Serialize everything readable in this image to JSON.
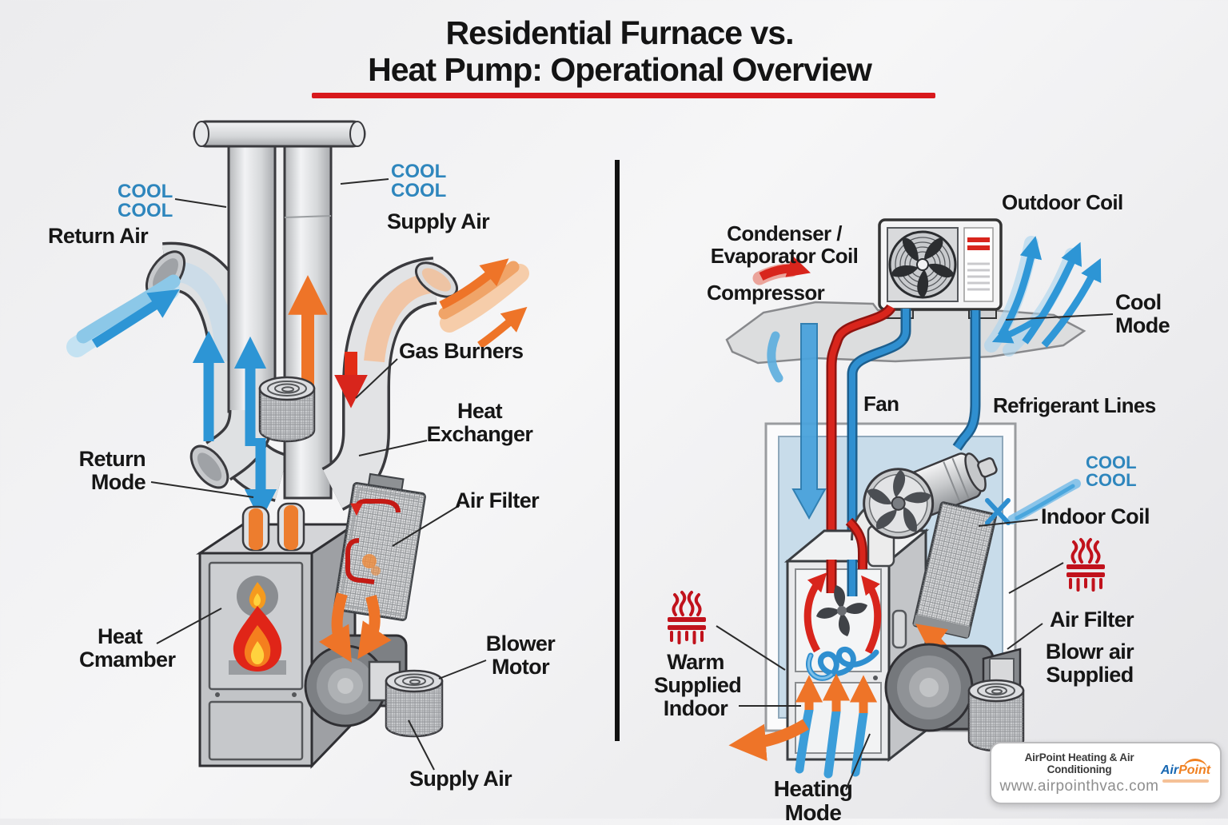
{
  "title": "Residential Furnace vs.\nHeat Pump: Operational Overview",
  "furnace": {
    "labels": {
      "cool_top_left": "COOL\nCOOL",
      "return_air": "Return Air",
      "cool_top_right": "COOL\nCOOL",
      "supply_air_top": "Supply Air",
      "gas_burners": "Gas Burners",
      "heat_exchanger": "Heat\nExchanger",
      "air_filter": "Air Filter",
      "return_mode": "Return\nMode",
      "heat_chamber": "Heat\nCmamber",
      "blower_motor": "Blower\nMotor",
      "supply_air_bottom": "Supply Air"
    }
  },
  "heat_pump": {
    "labels": {
      "condenser_evaporator_coil": "Condenser /\nEvaporator Coil",
      "compressor": "Compressor",
      "outdoor_coil": "Outdoor Coil",
      "cool_mode": "Cool\nMode",
      "fan": "Fan",
      "refrigerant_lines": "Refrigerant Lines",
      "cool_indoor": "COOL\nCOOL",
      "indoor_coil": "Indoor Coil",
      "air_filter": "Air Filter",
      "blower_air_supplied": "Blowr air\nSupplied",
      "warm_supplied_indoor": "Warm\nSupplied\nIndoor",
      "heating_mode": "Heating\nMode"
    }
  },
  "footer": {
    "company": "AirPoint Heating & Air Conditioning",
    "website": "www.airpointhvac.com",
    "logo_air": "Air",
    "logo_point": "Point"
  },
  "colors": {
    "accent_red": "#d8191d",
    "cool_blue": "#2d95d5",
    "warm_orange": "#ee7428",
    "hot_red": "#d8251c",
    "label_blue": "#2e86bd"
  }
}
